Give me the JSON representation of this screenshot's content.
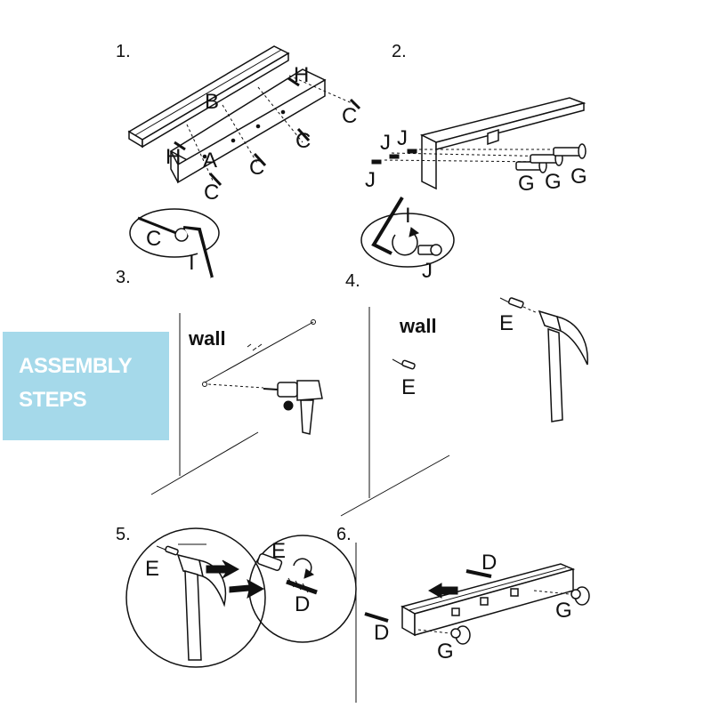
{
  "banner": {
    "line1": "ASSEMBLY",
    "line2": "STEPS"
  },
  "steps": [
    "1.",
    "2.",
    "3.",
    "4.",
    "5.",
    "6."
  ],
  "wall_label": "wall",
  "parts": {
    "A": "A",
    "B": "B",
    "C": "C",
    "D": "D",
    "E": "E",
    "G": "G",
    "H": "H",
    "I": "I",
    "J": "J"
  }
}
